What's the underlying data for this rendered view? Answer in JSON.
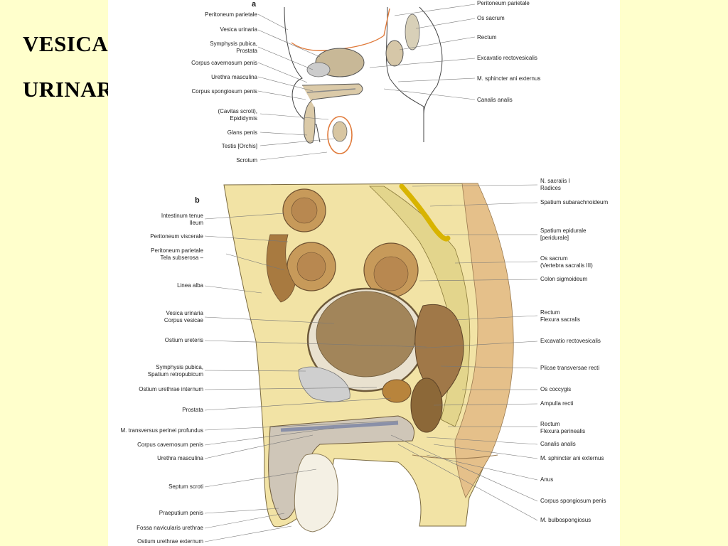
{
  "slide": {
    "title_line1": "VESICA",
    "title_line2": "URINARIA"
  },
  "figure_a": {
    "letter": "a",
    "labels_left": [
      "Peritoneum parietale",
      "Vesica urinaria",
      "Symphysis pubica,\nProstata",
      "Corpus cavernosum penis",
      "Urethra masculina",
      "Corpus spongiosum penis",
      "(Cavitas scroti),\nEpididymis",
      "Glans penis",
      "Testis [Orchis]",
      "Scrotum"
    ],
    "labels_right": [
      "Peritoneum parietale",
      "Os sacrum",
      "Rectum",
      "Excavatio rectovesicalis",
      "M. sphincter ani externus",
      "Canalis analis"
    ]
  },
  "figure_b": {
    "letter": "b",
    "labels_left": [
      "Intestinum tenue\nIleum",
      "Peritoneum viscerale",
      "Peritoneum parietale\nTela subserosa –",
      "Linea alba",
      "Vesica urinaria\nCorpus vesicae",
      "Ostium ureteris",
      "Symphysis pubica,\nSpatium retropubicum",
      "Ostium urethrae internum",
      "Prostata",
      "M. transversus perinei profundus",
      "Corpus cavernosum penis",
      "Urethra masculina",
      "Septum scroti",
      "Praeputium penis",
      "Fossa navicularis urethrae",
      "Ostium urethrae externum"
    ],
    "labels_right": [
      "N. sacralis I\nRadices",
      "Spatium subarachnoideum",
      "Spatium epidurale\n[peridurale]",
      "Os sacrum\n(Vertebra sacralis III)",
      "Colon sigmoideum",
      "Rectum\nFlexura sacralis",
      "Excavatio rectovesicalis",
      "Plicae transversae recti",
      "Os coccygis",
      "Ampulla recti",
      "Rectum\nFlexura perinealis",
      "Canalis analis",
      "M. sphincter ani externus",
      "Anus",
      "Corpus spongiosum penis",
      "M. bulbospongiosus"
    ]
  }
}
